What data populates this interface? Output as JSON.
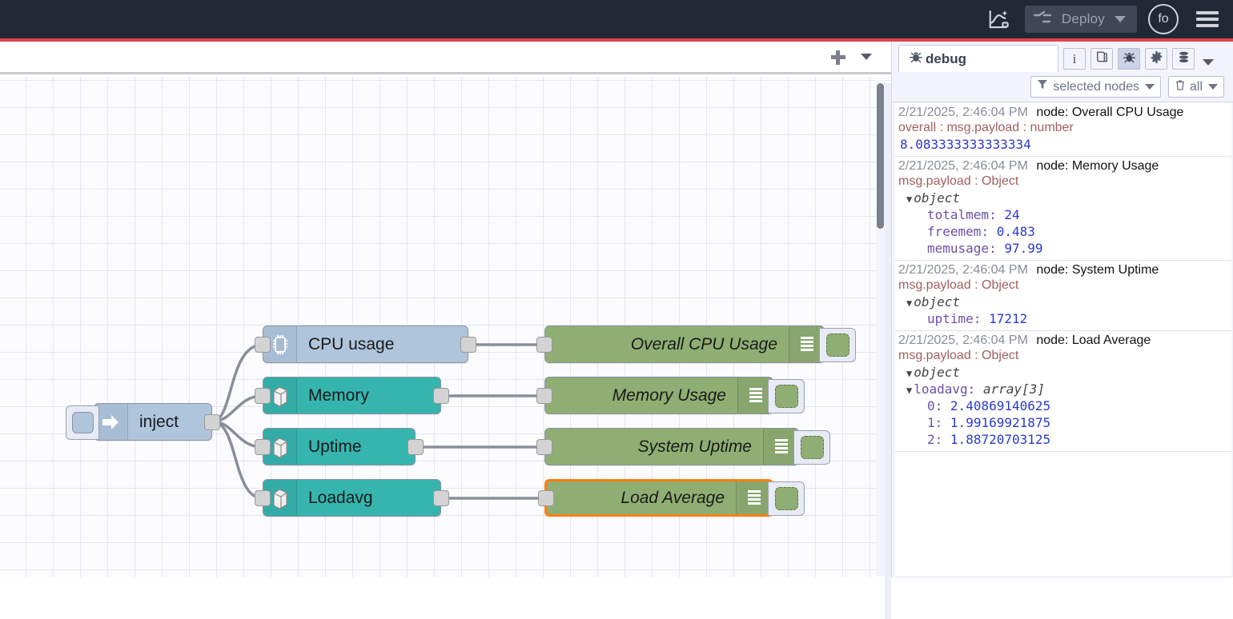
{
  "header": {
    "flow_icon": "flow-sparkle-icon",
    "deploy_label": "Deploy",
    "deploy_caret_icon": "chevron-down-icon",
    "deploy_icon": "deploy-nodes-icon",
    "avatar_label": "fo",
    "menu_icon": "hamburger-menu-icon",
    "accent_color": "#e0404b",
    "bar_color": "#222936"
  },
  "editor": {
    "add_tab_icon": "plus-icon",
    "tab_menu_icon": "chevron-down-icon",
    "nodes": [
      {
        "name": "inject",
        "label": "inject",
        "type": "inject",
        "icon": "arrow-right-icon",
        "color": "#aec5dc"
      },
      {
        "name": "cpu-usage",
        "label": "CPU usage",
        "type": "function-blue",
        "icon": "cpu-chip-icon",
        "color": "#aec5dc"
      },
      {
        "name": "memory",
        "label": "Memory",
        "type": "function-teal",
        "icon": "server-box-icon",
        "color": "#36b4ae"
      },
      {
        "name": "uptime",
        "label": "Uptime",
        "type": "function-teal",
        "icon": "server-box-icon",
        "color": "#36b4ae"
      },
      {
        "name": "loadavg",
        "label": "Loadavg",
        "type": "function-teal",
        "icon": "server-box-icon",
        "color": "#36b4ae"
      },
      {
        "name": "overall-cpu-usage",
        "label": "Overall CPU Usage",
        "type": "debug",
        "icon": "debug-lines-icon",
        "color": "#8fae73",
        "selected": false
      },
      {
        "name": "memory-usage",
        "label": "Memory Usage",
        "type": "debug",
        "icon": "debug-lines-icon",
        "color": "#8fae73",
        "selected": false
      },
      {
        "name": "system-uptime",
        "label": "System Uptime",
        "type": "debug",
        "icon": "debug-lines-icon",
        "color": "#8fae73",
        "selected": false
      },
      {
        "name": "load-average",
        "label": "Load Average",
        "type": "debug",
        "icon": "debug-lines-icon",
        "color": "#8fae73",
        "selected": true
      }
    ],
    "selection_color": "#ff7f0e"
  },
  "sidebar": {
    "tab": {
      "label": "debug",
      "icon": "bug-icon"
    },
    "tab_buttons": [
      {
        "name": "info",
        "icon": "info-icon",
        "active": false
      },
      {
        "name": "help",
        "icon": "book-icon",
        "active": false
      },
      {
        "name": "debug",
        "icon": "bug-icon",
        "active": true
      },
      {
        "name": "config",
        "icon": "gear-icon",
        "active": false
      },
      {
        "name": "context",
        "icon": "database-icon",
        "active": false
      }
    ],
    "more_tabs_icon": "chevron-down-icon",
    "filter_nodes": {
      "label": "selected nodes",
      "icon": "funnel-icon",
      "caret": "chevron-down-icon"
    },
    "clear": {
      "label": "all",
      "icon": "trash-icon",
      "caret": "chevron-down-icon"
    },
    "messages": [
      {
        "timestamp": "2/21/2025, 2:46:04 PM",
        "node": "node: Overall CPU Usage",
        "topic": "overall : msg.payload : number",
        "kind": "value",
        "value": "8.083333333333334"
      },
      {
        "timestamp": "2/21/2025, 2:46:04 PM",
        "node": "node: Memory Usage",
        "topic": "msg.payload : Object",
        "kind": "object",
        "object_label": "object",
        "rows": [
          {
            "key": "totalmem",
            "value": "24"
          },
          {
            "key": "freemem",
            "value": "0.483"
          },
          {
            "key": "memusage",
            "value": "97.99"
          }
        ]
      },
      {
        "timestamp": "2/21/2025, 2:46:04 PM",
        "node": "node: System Uptime",
        "topic": "msg.payload : Object",
        "kind": "object",
        "object_label": "object",
        "rows": [
          {
            "key": "uptime",
            "value": "17212"
          }
        ]
      },
      {
        "timestamp": "2/21/2025, 2:46:04 PM",
        "node": "node: Load Average",
        "topic": "msg.payload : Object",
        "kind": "array",
        "object_label": "object",
        "array_key": "loadavg",
        "array_type": "array[3]",
        "rows": [
          {
            "key": "0",
            "value": "2.40869140625"
          },
          {
            "key": "1",
            "value": "1.99169921875"
          },
          {
            "key": "2",
            "value": "1.88720703125"
          }
        ]
      }
    ]
  }
}
